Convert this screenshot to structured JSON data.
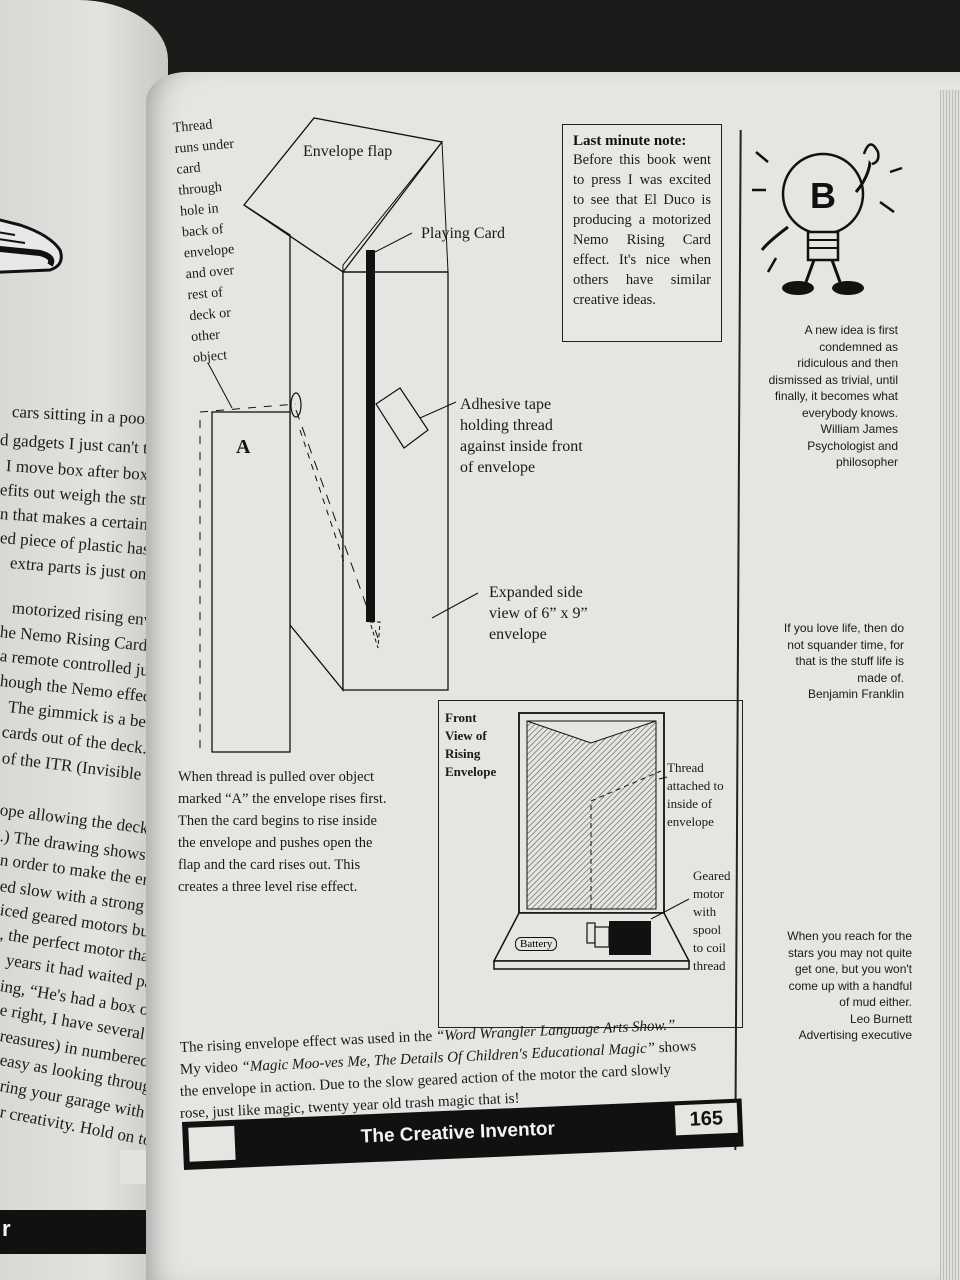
{
  "left_page": {
    "lines": [
      "cars sitting in a pool of ra",
      "d gadgets I just can't thro",
      "I move box after box in th",
      "efits out weigh the stress",
      "n that makes a certain effec",
      "ed piece of plastic has found",
      "extra parts is just one more",
      "motorized rising envelope",
      "he Nemo Rising Cards wi",
      "a remote controlled jumbo",
      "hough the Nemo effect wa",
      "The gimmick is a beautiful",
      "cards out of the deck. Th",
      "of the ITR (Invisible Thread",
      "ope allowing the deck to be",
      ".)  The drawing shows how",
      "n order to make the envelope",
      "ed slow with a strong pull. I",
      "iced geared motors but noth",
      ", the perfect motor that I had",
      "years it had waited patiently",
      "ing, “He's had a box of junk",
      "e right, I have several boxes",
      "reasures) in numbered containers",
      "easy as looking through the",
      "ring your garage with potential",
      "r creativity.  Hold on to that"
    ],
    "footer_letter": "r"
  },
  "diagram": {
    "thread_note": "Thread\nruns under\ncard\nthrough\nhole in\nback of\nenvelope\nand over\nrest of\ndeck or\nother\nobject",
    "envelope_flap": "Envelope flap",
    "playing_card": "Playing Card",
    "adhesive_tape": "Adhesive tape\nholding thread\nagainst inside front\nof envelope",
    "expanded_view": "Expanded side\nview of 6” x 9”\nenvelope",
    "object_marker": "A",
    "caption": "When thread is pulled over object\nmarked “A” the envelope rises first.\nThen the card begins to rise inside\nthe envelope and pushes open the\nflap and the card rises out.  This\ncreates a three level rise effect."
  },
  "note": {
    "title": "Last minute note:",
    "body": "Before this book went to press I was excited to see that El Duco is producing a motorized Nemo Rising Card effect.  It's nice when others have similar creative ideas."
  },
  "mascot_letter": "B",
  "front_view": {
    "title": "Front\nView of\nRising\nEnvelope",
    "thread_label": "Thread\nattached to\ninside of\nenvelope",
    "motor_label": "Geared\nmotor\nwith\nspool\nto coil\nthread",
    "battery_label": "Battery"
  },
  "quotes": [
    {
      "text": "A new idea is first\ncondemned as\nridiculous and then\ndismissed as trivial, until\nfinally, it becomes what\neverybody knows.",
      "author": "William James\nPsychologist and\nphilosopher"
    },
    {
      "text": "If you love life, then do\nnot squander time, for\nthat is the stuff life is\nmade of.",
      "author": "Benjamin Franklin"
    },
    {
      "text": "When you reach for the\nstars you may not quite\nget one, but you won't\ncome up with a handful\nof mud either.",
      "author": "Leo Burnett\nAdvertising executive"
    }
  ],
  "bottom_paragraph": [
    {
      "pre": "The rising envelope effect was used in the ",
      "it": "“Word Wrangler Language Arts Show.”",
      "post": ""
    },
    {
      "pre": "My video ",
      "it": "“Magic Moo-ves Me, The Details Of Children's Educational Magic”",
      "post": " shows"
    },
    {
      "pre": "the envelope in action.  Due to the slow geared action of the motor the card slowly",
      "it": "",
      "post": ""
    },
    {
      "pre": "rose, just like magic, twenty year old trash magic that is!",
      "it": "",
      "post": ""
    }
  ],
  "footer": {
    "title": "The Creative Inventor",
    "page_number": "165"
  }
}
